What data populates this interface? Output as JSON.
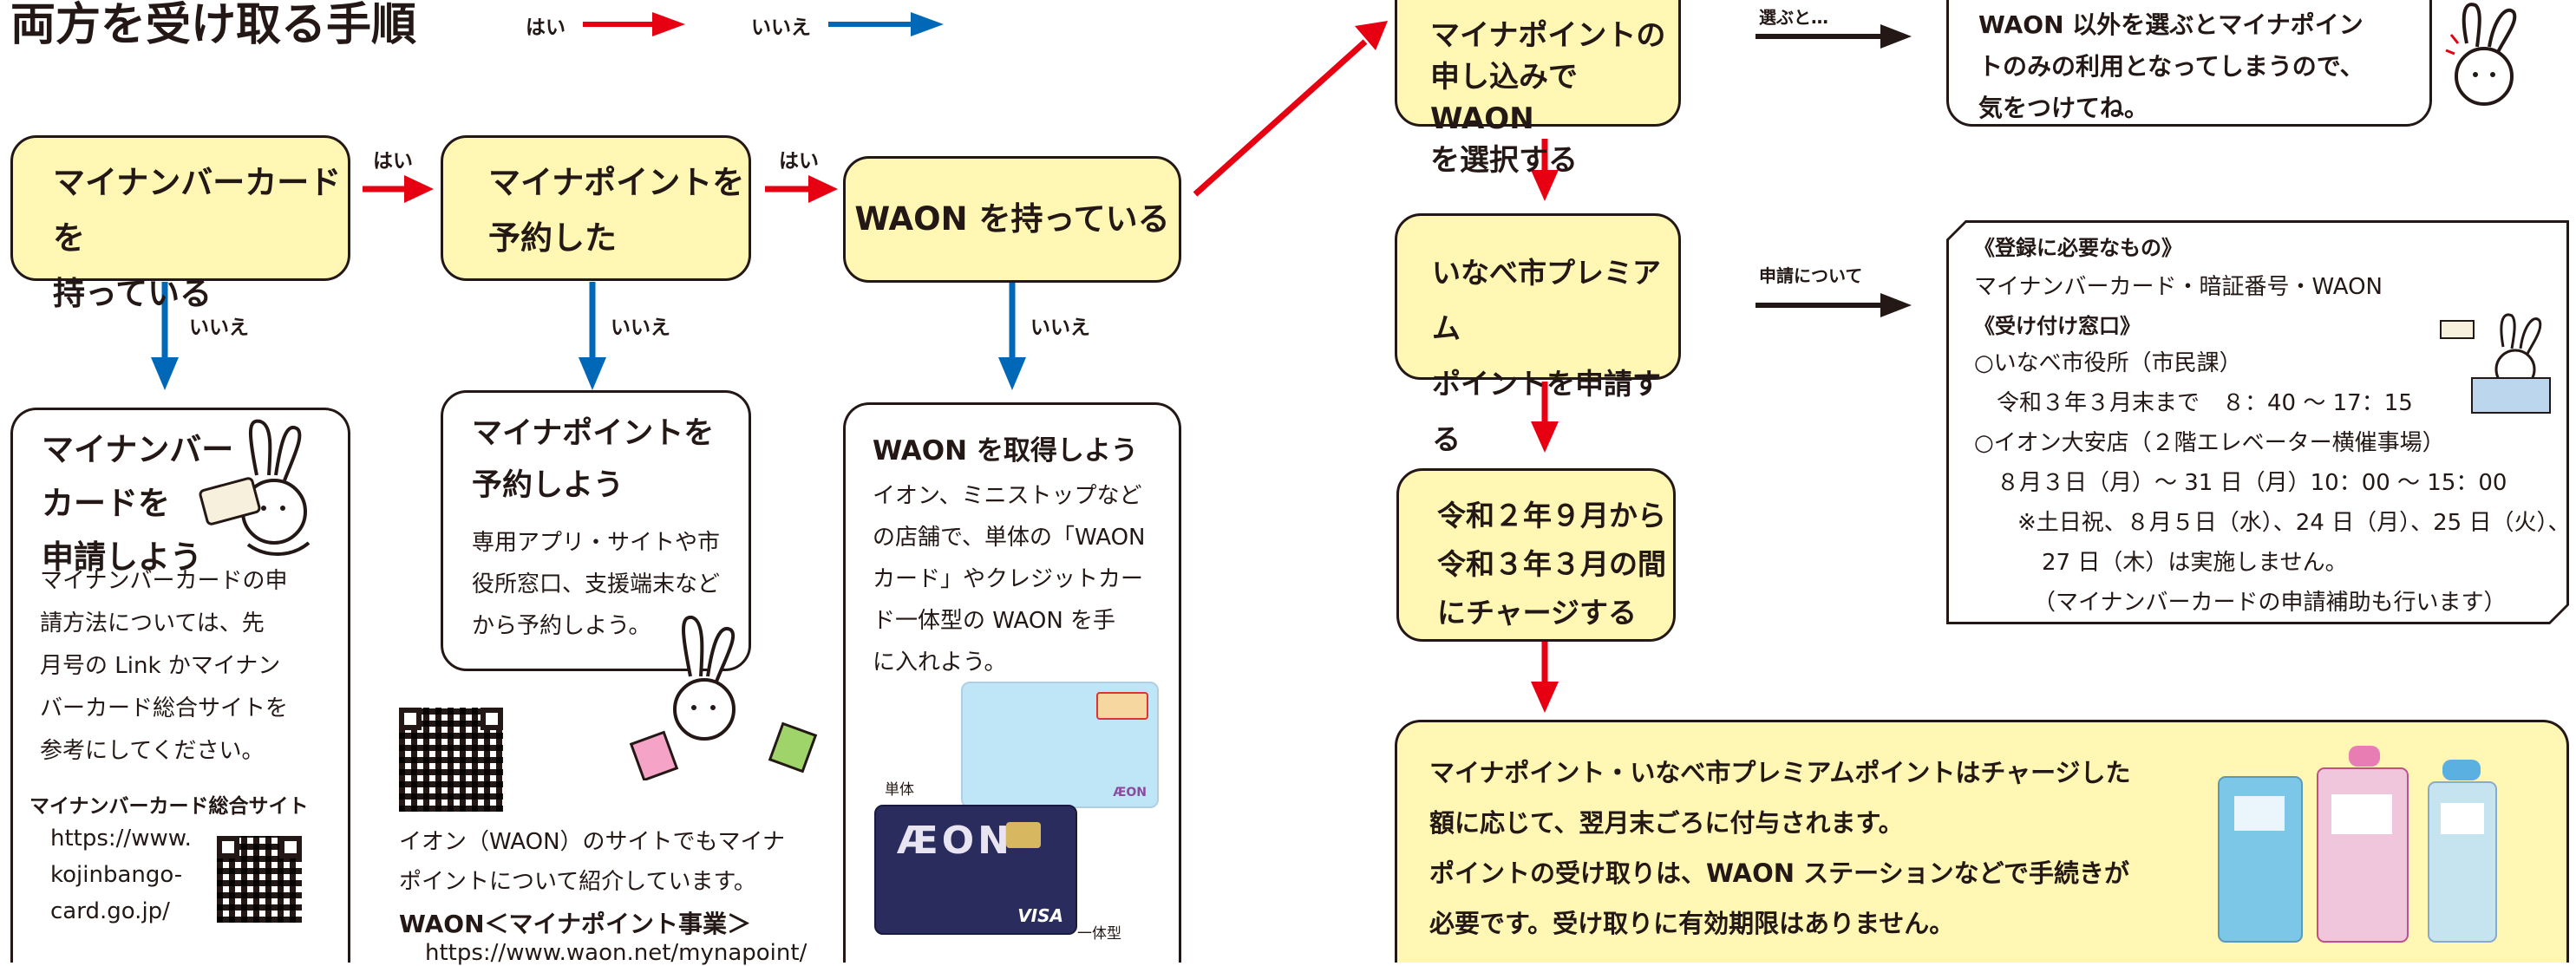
{
  "header": {
    "title": "両方を受け取る手順",
    "legend_yes": "はい",
    "legend_no": "いいえ"
  },
  "colors": {
    "yes_arrow": "#e60012",
    "no_arrow": "#0068b7",
    "box_fill": "#fff7b3",
    "black_arrow": "#231815"
  },
  "flow": {
    "step1": "マイナンバーカードを\n持っている",
    "step2": "マイナポイントを\n予約した",
    "step3": "WAON を持っている",
    "yes": "はい",
    "no": "いいえ"
  },
  "sub1": {
    "title": "マイナンバー\nカードを\n申請しよう",
    "body": "マイナンバーカードの申\n請方法については、先\n月号の Link かマイナン\nバーカード総合サイトを\n参考にしてください。",
    "site_name": "マイナンバーカード総合サイト",
    "url": "https://www.\nkojinbango-\ncard.go.jp/"
  },
  "sub2": {
    "title": "マイナポイントを\n予約しよう",
    "body": "専用アプリ・サイトや市\n役所窓口、支援端末など\nから予約しよう。",
    "note": "イオン（WAON）のサイトでもマイナ\nポイントについて紹介しています。",
    "site_name": "WAON＜マイナポイント事業＞",
    "url": "https://www.waon.net/mynapoint/"
  },
  "sub3": {
    "title": "WAON を取得しよう",
    "body": "イオン、ミニストップなど\nの店舗で、単体の「WAON\nカード」やクレジットカー\nド一体型の WAON を手\nに入れよう。",
    "card_single": "単体",
    "card_combined": "一体型"
  },
  "right": {
    "step_select": "マイナポイントの\n申し込みで WAON\nを選択する",
    "select_label": "選ぶと…",
    "warning": "WAON 以外を選ぶとマイナポイン\nトのみの利用となってしまうので、\n気をつけてね。",
    "step_apply": "いなべ市プレミアム\nポイントを申請する",
    "apply_label": "申請について",
    "info_h1": "《登録に必要なもの》",
    "info_l1": "マイナンバーカード・暗証番号・WAON",
    "info_h2": "《受け付け窓口》",
    "info_l2": "○いなべ市役所（市民課）",
    "info_l3": "令和３年３月末まで　８：40 ～ 17：15",
    "info_l4": "○イオン大安店（２階エレベーター横催事場）",
    "info_l5": "８月３日（月）～ 31 日（月）10：00 ～ 15：00",
    "info_l6": "※土日祝、８月５日（水）、24 日（月）、25 日（火）、",
    "info_l7": "27 日（木）は実施しません。",
    "info_l8": "（マイナンバーカードの申請補助も行います）",
    "step_charge": "令和２年９月から\n令和３年３月の間\nにチャージする",
    "final": "マイナポイント・いなべ市プレミアムポイントはチャージした\n額に応じて、翌月末ごろに付与されます。\nポイントの受け取りは、WAON ステーションなどで手続きが\n必要です。受け取りに有効期限はありません。"
  }
}
